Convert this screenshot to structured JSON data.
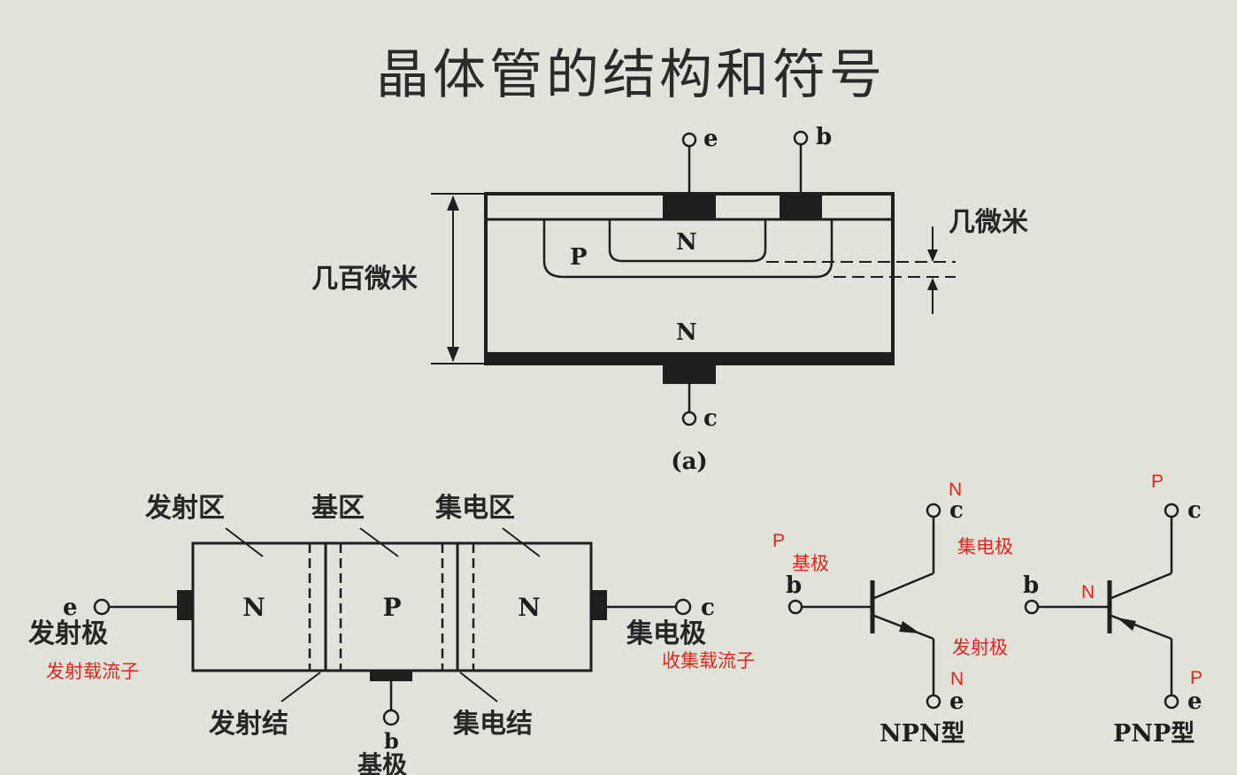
{
  "title": "晶体管的结构和符号",
  "colors": {
    "background": "#dfe3da",
    "ink": "#1e1e1e",
    "annotation": "#e8231b"
  },
  "figure_a": {
    "terminal_e": "e",
    "terminal_b": "b",
    "terminal_c": "c",
    "region_p": "P",
    "region_n_top": "N",
    "region_n_bottom": "N",
    "dim_thickness": "几百微米",
    "dim_junction": "几微米",
    "caption": "(a)"
  },
  "figure_b": {
    "emitter_region": "发射区",
    "base_region": "基区",
    "collector_region": "集电区",
    "n_left": "N",
    "p_mid": "P",
    "n_right": "N",
    "e_terminal": "e",
    "c_terminal": "c",
    "b_terminal": "b",
    "emitter_electrode": "发射极",
    "collector_electrode": "集电极",
    "emitter_junction": "发射结",
    "collector_junction": "集电结",
    "base_electrode": "基极"
  },
  "npn_symbol": {
    "b": "b",
    "c": "c",
    "e": "e",
    "caption": "NPN型"
  },
  "pnp_symbol": {
    "b": "b",
    "c": "c",
    "e": "e",
    "caption": "PNP型"
  },
  "annotations": {
    "emitter_carriers": "发射载流子",
    "collector_carriers": "收集载流子",
    "npn_n_collector": "N",
    "npn_p_base": "P",
    "npn_base": "基极",
    "npn_collector": "集电极",
    "npn_emitter": "发射极",
    "npn_n_emitter": "N",
    "pnp_p_collector": "P",
    "pnp_n_base": "N",
    "pnp_p_emitter": "P"
  }
}
